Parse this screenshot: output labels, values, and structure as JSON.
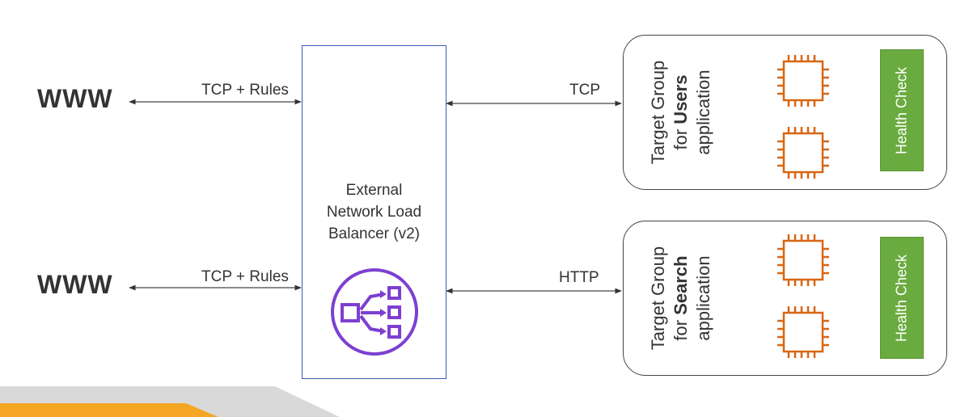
{
  "left": {
    "top_label": "WWW",
    "bottom_label": "WWW",
    "top_protocol": "TCP + Rules",
    "bottom_protocol": "TCP + Rules"
  },
  "load_balancer": {
    "line1": "External",
    "line2": "Network Load",
    "line3": "Balancer (v2)",
    "icon": "network-load-balancer-icon"
  },
  "right": {
    "top_protocol": "TCP",
    "bottom_protocol": "HTTP"
  },
  "target_groups": [
    {
      "line1": "Target Group",
      "line2_prefix": "for ",
      "line2_bold": "Users",
      "line3": "application",
      "health_check": "Health Check",
      "instance_icon": "ec2-instance-icon"
    },
    {
      "line1": "Target Group",
      "line2_prefix": "for ",
      "line2_bold": "Search",
      "line3": "application",
      "health_check": "Health Check",
      "instance_icon": "ec2-instance-icon"
    }
  ],
  "colors": {
    "lb_border": "#3b5cb0",
    "lb_icon": "#7d3fd1",
    "instance": "#d86613",
    "health_check": "#6aab3f",
    "accent_bar": "#f5a623"
  }
}
